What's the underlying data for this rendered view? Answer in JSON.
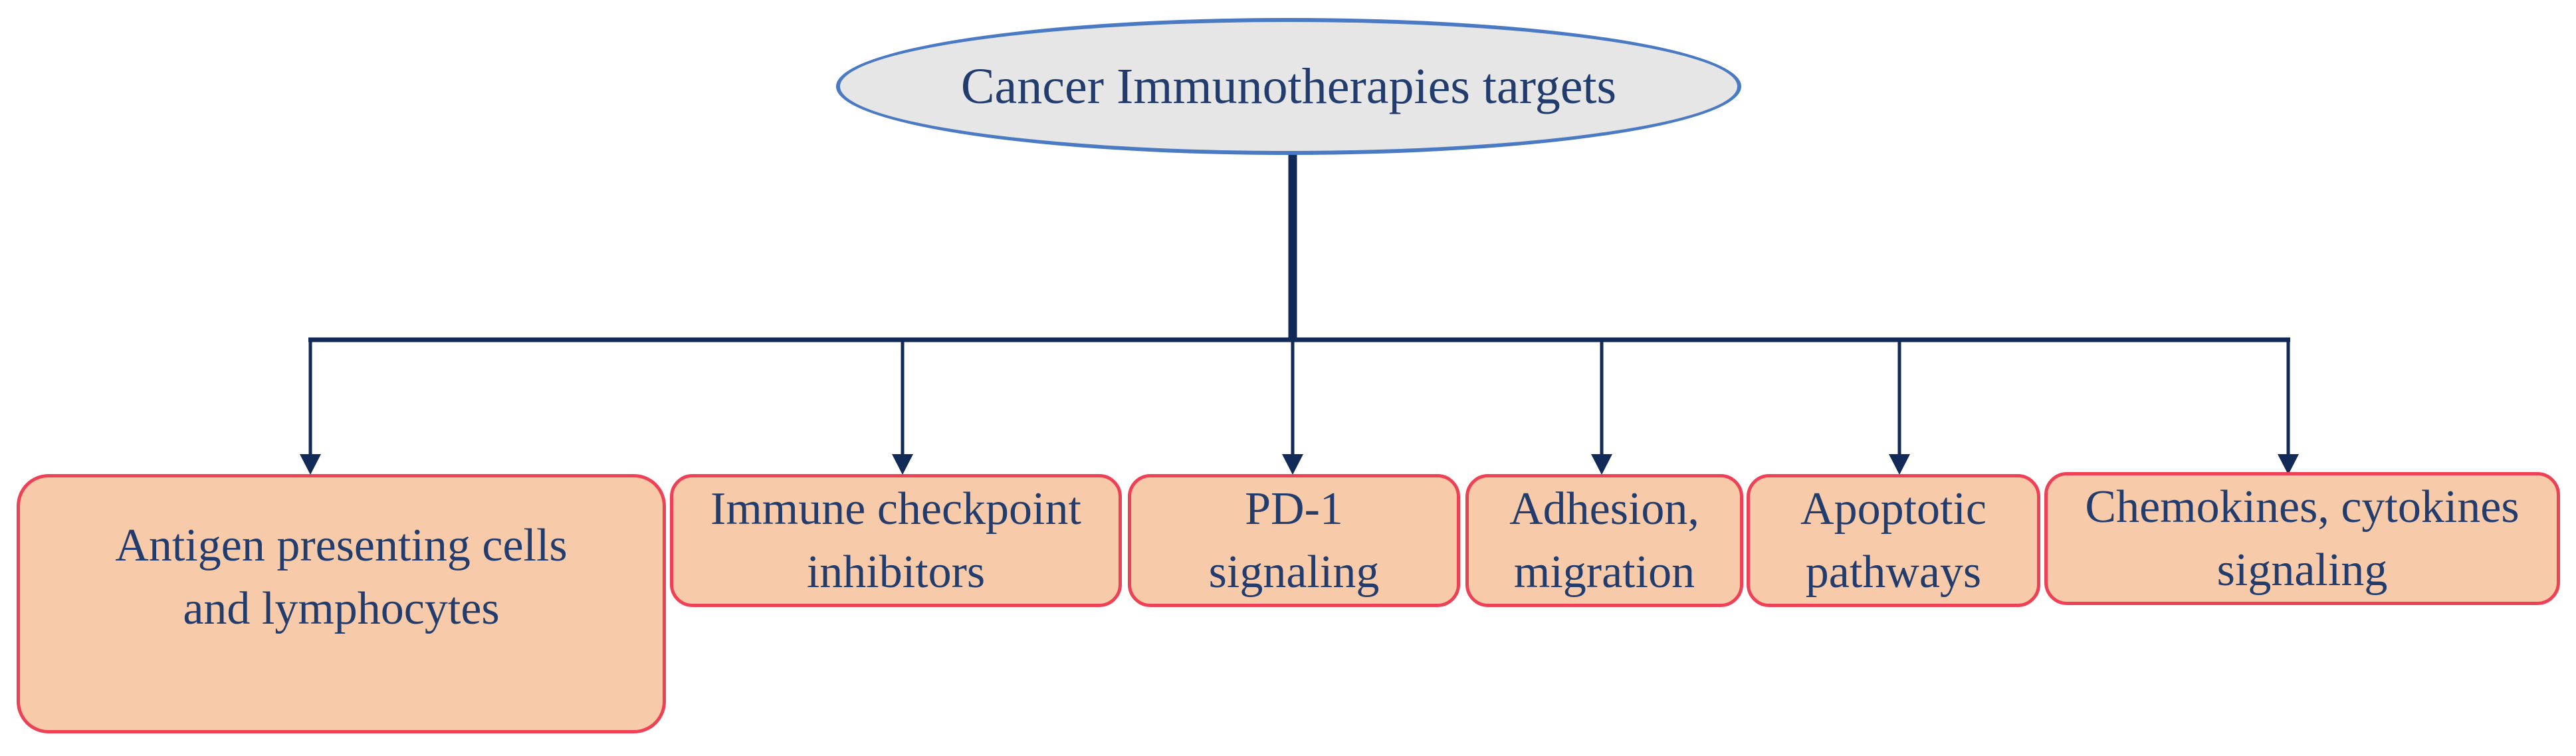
{
  "diagram": {
    "root": {
      "label": "Cancer Immunotherapies targets"
    },
    "boxes": [
      {
        "name": "antigen-presenting-cells-and-lymphocytes",
        "lines": [
          "Antigen presenting cells",
          "and lymphocytes"
        ]
      },
      {
        "name": "immune-checkpoint-inhibitors",
        "lines": [
          "Immune checkpoint",
          "inhibitors"
        ]
      },
      {
        "name": "pd-1-signaling",
        "lines": [
          "PD-1",
          "signaling"
        ]
      },
      {
        "name": "adhesion-migration",
        "lines": [
          "Adhesion,",
          "migration"
        ]
      },
      {
        "name": "apoptotic-pathways",
        "lines": [
          "Apoptotic",
          "pathways"
        ]
      },
      {
        "name": "chemokines-cytokines-signaling",
        "lines": [
          "Chemokines, cytokines",
          "signaling"
        ]
      }
    ],
    "colors": {
      "background": "#ffffff",
      "node_fill": "#f7cba9",
      "node_border": "#ef4156",
      "root_fill": "#e7e6e6",
      "root_border": "#4a7ac4",
      "connector": "#122a57",
      "text": "#223c6d"
    }
  }
}
